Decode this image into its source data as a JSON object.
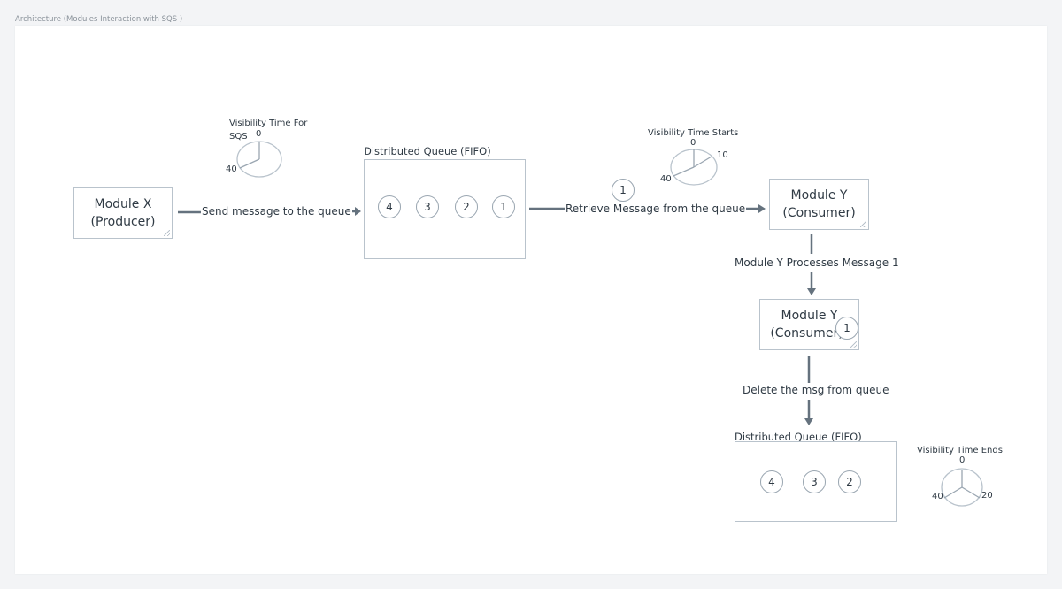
{
  "page_title": "Architecture (Modules Interaction with SQS )",
  "module_x": {
    "line1": "Module X",
    "line2": "(Producer)"
  },
  "module_y_top": {
    "line1": "Module Y",
    "line2": "(Consumer)"
  },
  "module_y_mid": {
    "line1": "Module Y",
    "line2": "(Consumer)"
  },
  "queue_top": {
    "title": "Distributed Queue (FIFO)",
    "items": [
      "4",
      "3",
      "2",
      "1"
    ]
  },
  "queue_bottom": {
    "title": "Distributed Queue (FIFO)",
    "items": [
      "4",
      "3",
      "2"
    ]
  },
  "in_flight_message": "1",
  "processing_message": "1",
  "edges": {
    "send": "Send message to the queue",
    "retrieve": "Retrieve Message from the queue",
    "process": "Module Y Processes Message 1",
    "delete": "Delete the msg from queue"
  },
  "clock_visibility": {
    "title_line1": "Visibility Time For",
    "title_line2": "SQS",
    "tick_top": "0",
    "tick_left": "40"
  },
  "clock_starts": {
    "title": "Visibility Time Starts",
    "tick_top": "0",
    "tick_right": "10",
    "tick_left": "40"
  },
  "clock_ends": {
    "title": "Visibility Time Ends",
    "tick_top": "0",
    "tick_left": "40",
    "tick_right": "20"
  },
  "colors": {
    "border": "#b9c3cc",
    "arrow": "#65727e",
    "text": "#2f3a44"
  }
}
